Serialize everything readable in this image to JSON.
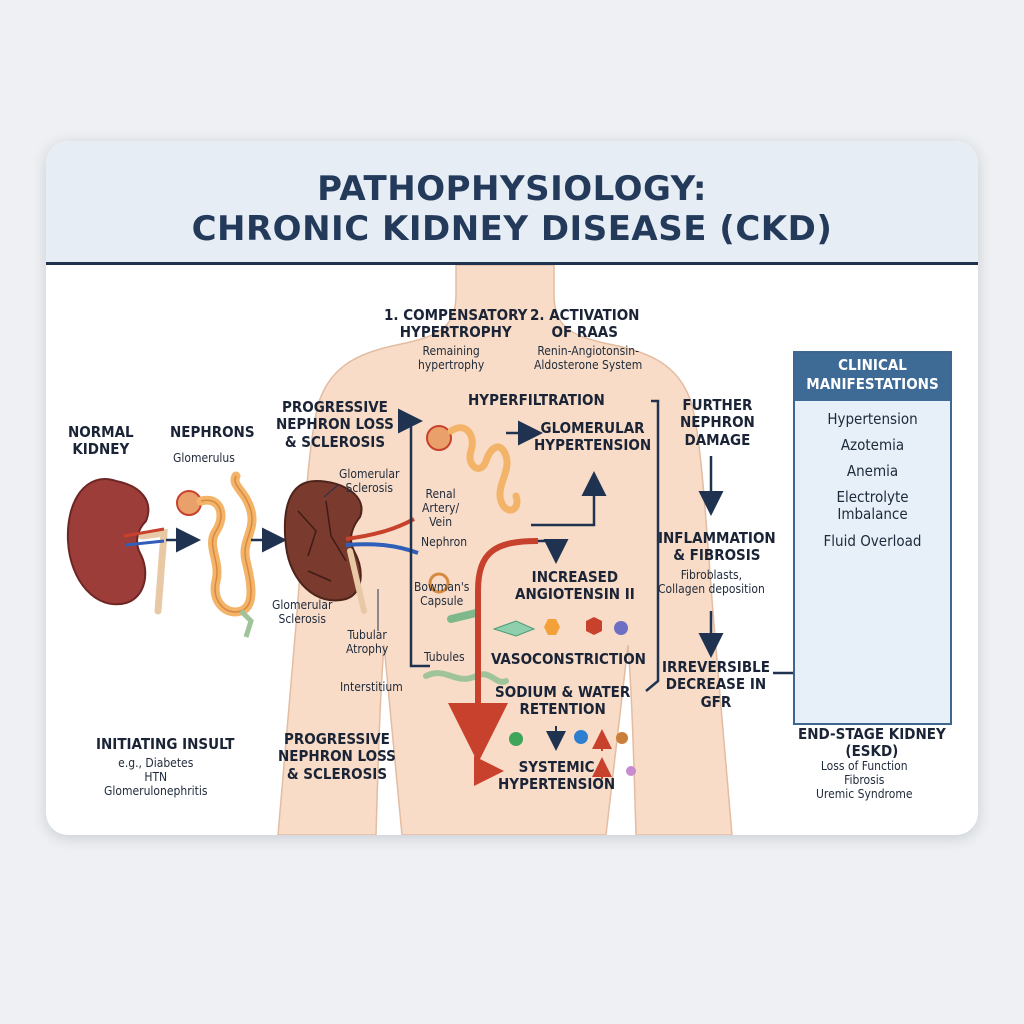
{
  "title": {
    "line1": "PATHOPHYSIOLOGY:",
    "line2": "CHRONIC KIDNEY DISEASE (CKD)"
  },
  "steps": {
    "normal_kidney": "NORMAL\nKIDNEY",
    "nephrons": "NEPHRONS",
    "glomerulus": "Glomerulus",
    "progressive_top": "PROGRESSIVE\nNEPHRON LOSS\n& SCLEROSIS",
    "glomerular_sclerosis_top": "Glomerular\nSclerosis",
    "renal_artery_vein": "Renal\nArtery/\nVein",
    "nephron": "Nephron",
    "glomerular_sclerosis_bottom": "Glomerular\nSclerosis",
    "tubular_atrophy": "Tubular\nAtrophy",
    "bowmans_capsule": "Bowman's\nCapsule",
    "tubules": "Tubules",
    "interstitium": "Interstitium",
    "compensatory_title": "1. COMPENSATORY\nHYPERTROPHY",
    "compensatory_sub": "Remaining\nhypertrophy",
    "raas_title": "2. ACTIVATION\nOF RAAS",
    "raas_sub": "Renin-Angiotonsin-\nAldosterone System",
    "hyperfiltration": "HYPERFILTRATION",
    "glomerular_hypertension": "GLOMERULAR\nHYPERTENSION",
    "increased_angiotensin": "INCREASED\nANGIOTENSIN II",
    "vasoconstriction": "VASOCONSTRICTION",
    "sodium_water": "SODIUM & WATER\nRETENTION",
    "systemic_hypertension": "SYSTEMIC\nHYPERTENSION",
    "further_damage": "FURTHER\nNEPHRON\nDAMAGE",
    "inflammation": "INFLAMMATION\n& FIBROSIS",
    "inflammation_sub": "Fibroblasts,\nCollagen deposition",
    "irreversible": "IRREVERSIBLE\nDECREASE IN\nGFR",
    "initiating_title": "INITIATING INSULT",
    "initiating_sub": "e.g., Diabetes\nHTN\nGlomerulonephritis",
    "progressive_bottom": "PROGRESSIVE\nNEPHRON LOSS\n& SCLEROSIS",
    "eskd_title": "END-STAGE KIDNEY\n(ESKD)",
    "eskd_sub": "Loss of Function\nFibrosis\nUremic Syndrome"
  },
  "clinical": {
    "heading": "CLINICAL\nMANIFESTATIONS",
    "items": [
      "Hypertension",
      "Azotemia",
      "Anemia",
      "Electrolyte\nImbalance",
      "Fluid Overload"
    ]
  },
  "colors": {
    "navy": "#1f3350",
    "arrow_red": "#c8412c",
    "kidney_normal": "#9c3d3a",
    "kidney_damaged": "#7a3a2e",
    "nephron_tube": "#f3b46a",
    "body_skin": "#f8dcc8"
  }
}
